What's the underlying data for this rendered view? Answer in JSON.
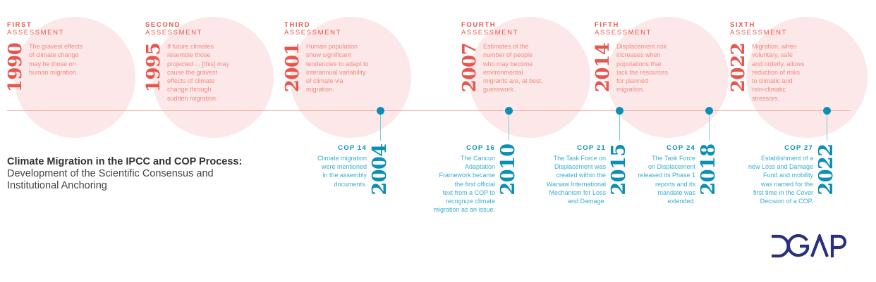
{
  "title": {
    "line1": "Climate Migration in the IPCC and COP Process:",
    "line2": "Development of the Scientific Consensus and",
    "line3": "Institutional Anchoring"
  },
  "colors": {
    "ipcc_red": "#e8554d",
    "ipcc_text": "#f08a82",
    "circle_fill": "#fce8e8",
    "timeline_line": "#f2a59c",
    "cop_blue": "#0c8fb5",
    "cop_text": "#3aaed0",
    "logo_navy": "#2a2f7f"
  },
  "assessments": [
    {
      "ordinal": "FIRST",
      "label": "ASSESSMENT",
      "year": "1990",
      "text": "The gravest effects\nof climate change\nmay be those on\nhuman migration."
    },
    {
      "ordinal": "SECOND",
      "label": "ASSESSMENT",
      "year": "1995",
      "text": "If future climates\nresemble those\nprojected ... [this] may\ncause the gravest\neffects of climate\nchange through\nsudden migration."
    },
    {
      "ordinal": "THIRD",
      "label": "ASSESSMENT",
      "year": "2001",
      "text": "Human population\nshow significant\ntendencies to adapt to\ninterannual variability\nof climate via\nmigration."
    },
    {
      "ordinal": "FOURTH",
      "label": "ASSESSMENT",
      "year": "2007",
      "text": "Estimates of the\nnumber of people\nwho may become\nenvironmental\nmigrants are, at best,\nguesswork."
    },
    {
      "ordinal": "FIFTH",
      "label": "ASSESSMENT",
      "year": "2014",
      "text": "Displacement risk\nincreases when\npopulations that\nlack the resources\nfor planned\nmigration."
    },
    {
      "ordinal": "SIXTH",
      "label": "ASSESSMENT",
      "year": "2022",
      "text": "Migration, when\nvoluntary, safe\nand orderly, allows\nreduction of risks\nto climatic and\nnon-climatic\nstressors."
    }
  ],
  "cops": [
    {
      "name": "COP 14",
      "year": "2004",
      "text": "Climate migration\nwere mentioned\nin the assembly\ndocuments."
    },
    {
      "name": "COP 16",
      "year": "2010",
      "text": "The Cancun\nAdaptation\nFramework became\nthe first official\ntext from a COP to\nrecognize climate\nmigration as an issue."
    },
    {
      "name": "COP 21",
      "year": "2015",
      "text": "The Task Force on\nDisplacement was\ncreated within the\nWarsaw International\nMechanism for Loss\nand Damage."
    },
    {
      "name": "COP 24",
      "year": "2018",
      "text": "The Task Force\non Displacement\nreleased its Phase 1\nreports and its\nmandate was\nextended."
    },
    {
      "name": "COP 27",
      "year": "2022",
      "text": "Establishment of a\nnew Loss and Damage\nFund and mobility\nwas named for the\nfirst time in the Cover\nDecision of a COP."
    }
  ],
  "logo": {
    "text": "DGAP"
  }
}
